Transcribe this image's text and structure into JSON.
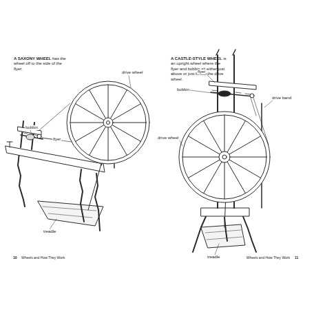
{
  "diagram": {
    "labels": [
      "A SAXONY WHEEL",
      "has the wheel off to the side of the flyer.",
      "drive wheel",
      "bobbin",
      "flyer",
      "treadle",
      "10",
      "Wheels and How They Work",
      "A CASTLE-STYLE WHEEL",
      "is an upright wheel where the flyer and bobbin sit either just above or just below the drive wheel.",
      "flyer",
      "bobbin",
      "drive band",
      "drive wheel",
      "treadle",
      "Wheels and How They Work",
      "11"
    ]
  }
}
